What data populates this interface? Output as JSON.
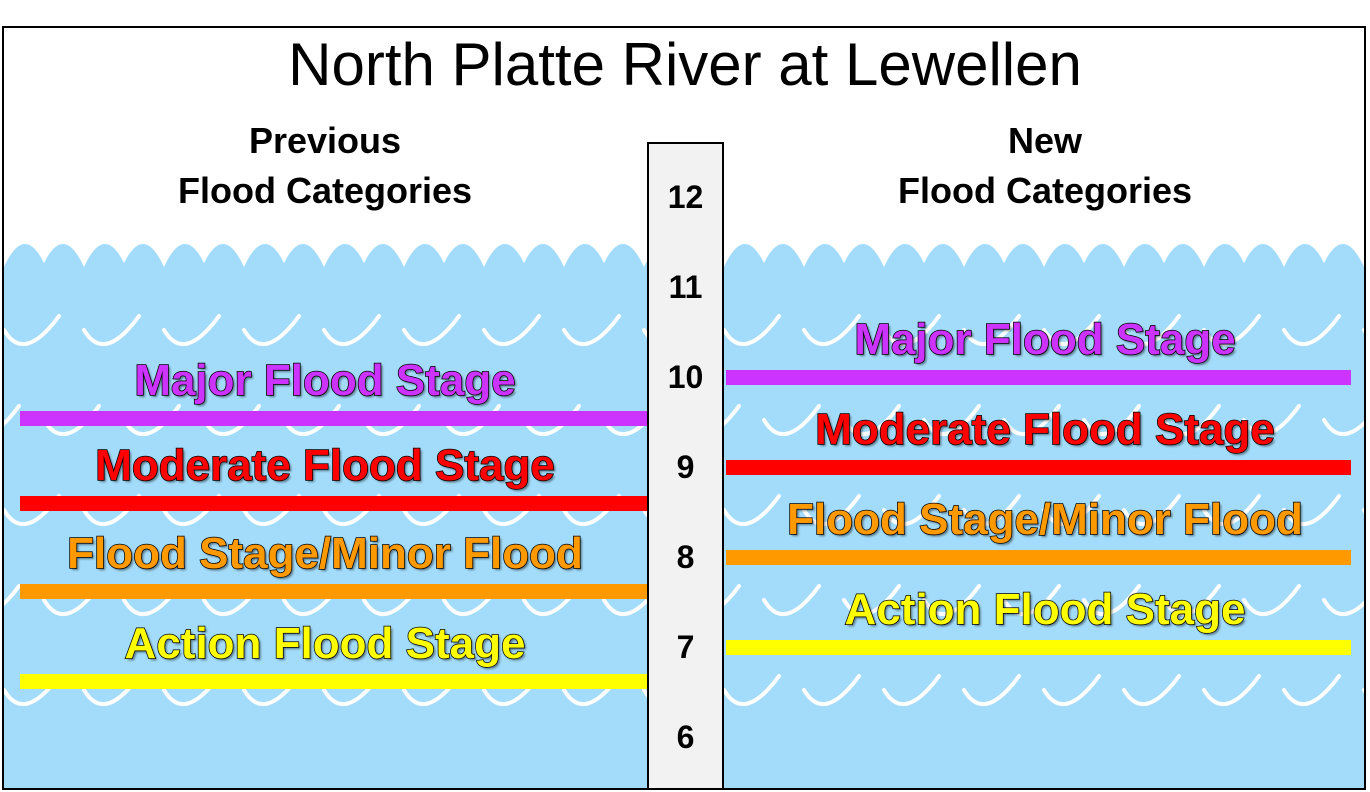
{
  "title": "North Platte River at Lewellen",
  "previous": {
    "heading_line1": "Previous",
    "heading_line2": "Flood Categories",
    "categories": [
      {
        "label": "Major Flood Stage",
        "stage": 9.55,
        "color": "#cc33ff"
      },
      {
        "label": "Moderate Flood Stage",
        "stage": 8.6,
        "color": "#ff0000"
      },
      {
        "label": "Flood Stage/Minor Flood",
        "stage": 7.62,
        "color": "#ff9900"
      },
      {
        "label": "Action Flood Stage",
        "stage": 6.62,
        "color": "#ffff00"
      }
    ]
  },
  "new": {
    "heading_line1": "New",
    "heading_line2": "Flood Categories",
    "categories": [
      {
        "label": "Major Flood Stage",
        "stage": 10.0,
        "color": "#cc33ff"
      },
      {
        "label": "Moderate Flood Stage",
        "stage": 9.0,
        "color": "#ff0000"
      },
      {
        "label": "Flood Stage/Minor Flood",
        "stage": 8.0,
        "color": "#ff9900"
      },
      {
        "label": "Action Flood Stage",
        "stage": 7.0,
        "color": "#ffff00"
      }
    ]
  },
  "gauge": {
    "ticks": [
      "12",
      "11",
      "10",
      "9",
      "8",
      "7",
      "6"
    ]
  },
  "colors": {
    "water": "#a3dcfa",
    "wave_lines": "#ffffff",
    "gauge_bg": "#f2f2f2"
  }
}
